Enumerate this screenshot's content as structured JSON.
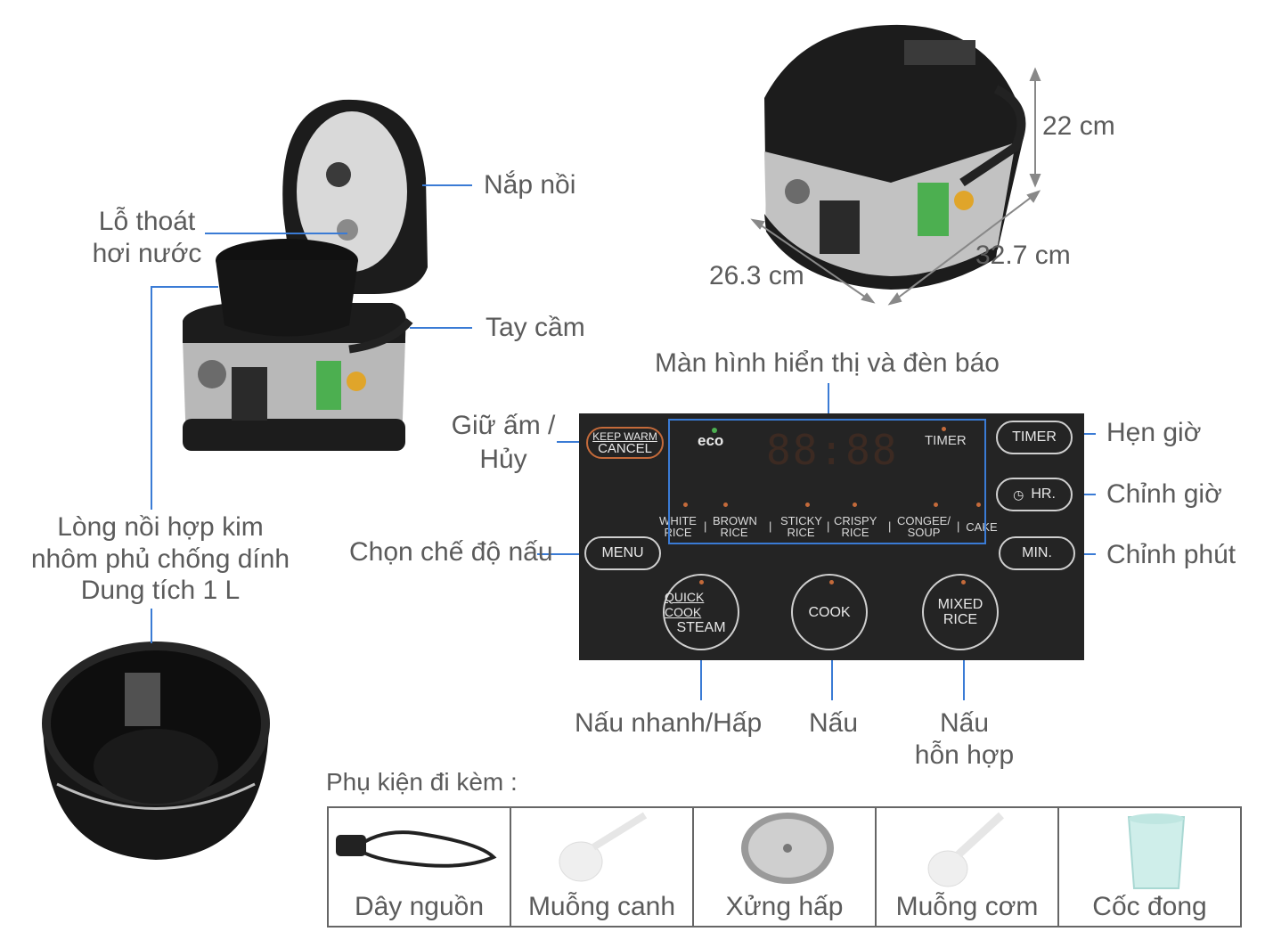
{
  "dimensions": {
    "height": "22 cm",
    "length": "32.7 cm",
    "width": "26.3 cm"
  },
  "callouts": {
    "lid": "Nắp nồi",
    "steam_vent_line1": "Lỗ thoát",
    "steam_vent_line2": "hơi nước",
    "handle": "Tay cầm",
    "inner_pot_line1": "Lòng nồi hợp kim",
    "inner_pot_line2": "nhôm phủ chống dính",
    "inner_pot_line3": "Dung tích 1 L",
    "display": "Màn hình hiển thị và đèn báo",
    "keep_warm_line1": "Giữ ấm /",
    "keep_warm_line2": "Hủy",
    "menu": "Chọn chế độ nấu",
    "timer": "Hẹn giờ",
    "hour": "Chỉnh giờ",
    "minute": "Chỉnh phút",
    "quick_cook": "Nấu nhanh/Hấp",
    "cook": "Nấu",
    "mixed_line1": "Nấu",
    "mixed_line2": "hỗn hợp"
  },
  "panel": {
    "keep_warm_top": "KEEP WARM",
    "keep_warm_bottom": "CANCEL",
    "eco": "eco",
    "digits": "88:88",
    "timer_indicator": "TIMER",
    "timer_button": "TIMER",
    "hr_button": "HR.",
    "min_button": "MIN.",
    "menu_button": "MENU",
    "modes": [
      {
        "l1": "WHITE",
        "l2": "RICE"
      },
      {
        "l1": "BROWN",
        "l2": "RICE"
      },
      {
        "l1": "STICKY",
        "l2": "RICE"
      },
      {
        "l1": "CRISPY",
        "l2": "RICE"
      },
      {
        "l1": "CONGEE/",
        "l2": "SOUP"
      },
      {
        "l1": "CAKE",
        "l2": ""
      }
    ],
    "quick_cook_top": "QUICK COOK",
    "quick_cook_bottom": "STEAM",
    "cook_button": "COOK",
    "mixed_top": "MIXED",
    "mixed_bottom": "RICE"
  },
  "accessories": {
    "title": "Phụ kiện đi kèm :",
    "items": [
      "Dây nguồn",
      "Muỗng canh",
      "Xửng hấp",
      "Muỗng cơm",
      "Cốc đong"
    ]
  },
  "colors": {
    "accent_line": "#3a7bd5",
    "panel": "#242424",
    "led": "#c46a3a"
  }
}
